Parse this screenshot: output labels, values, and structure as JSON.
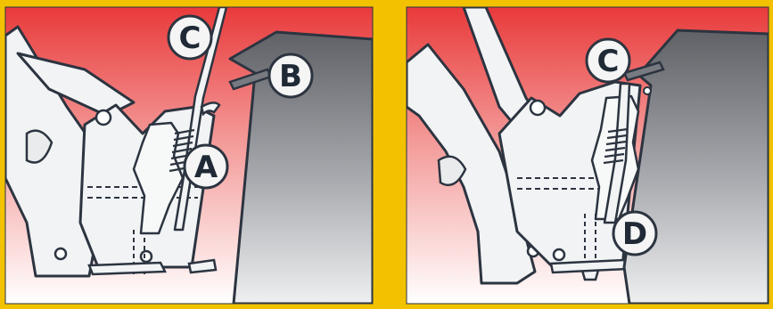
{
  "colors": {
    "background_gradient_top": "#e93a3b",
    "background_gradient_bottom": "#ffffff",
    "divider": "#f2c200",
    "outline": "#2c3440",
    "part_fill": "#f1f3f4",
    "attachment_gradient_top": "#6b6d72",
    "attachment_gradient_bottom": "#e7e8ea",
    "label_circle_fill": "#f5f5f5"
  },
  "left_panel": {
    "labels": {
      "a": "A",
      "b": "B",
      "c": "C"
    }
  },
  "right_panel": {
    "labels": {
      "c": "C",
      "d": "D"
    }
  }
}
